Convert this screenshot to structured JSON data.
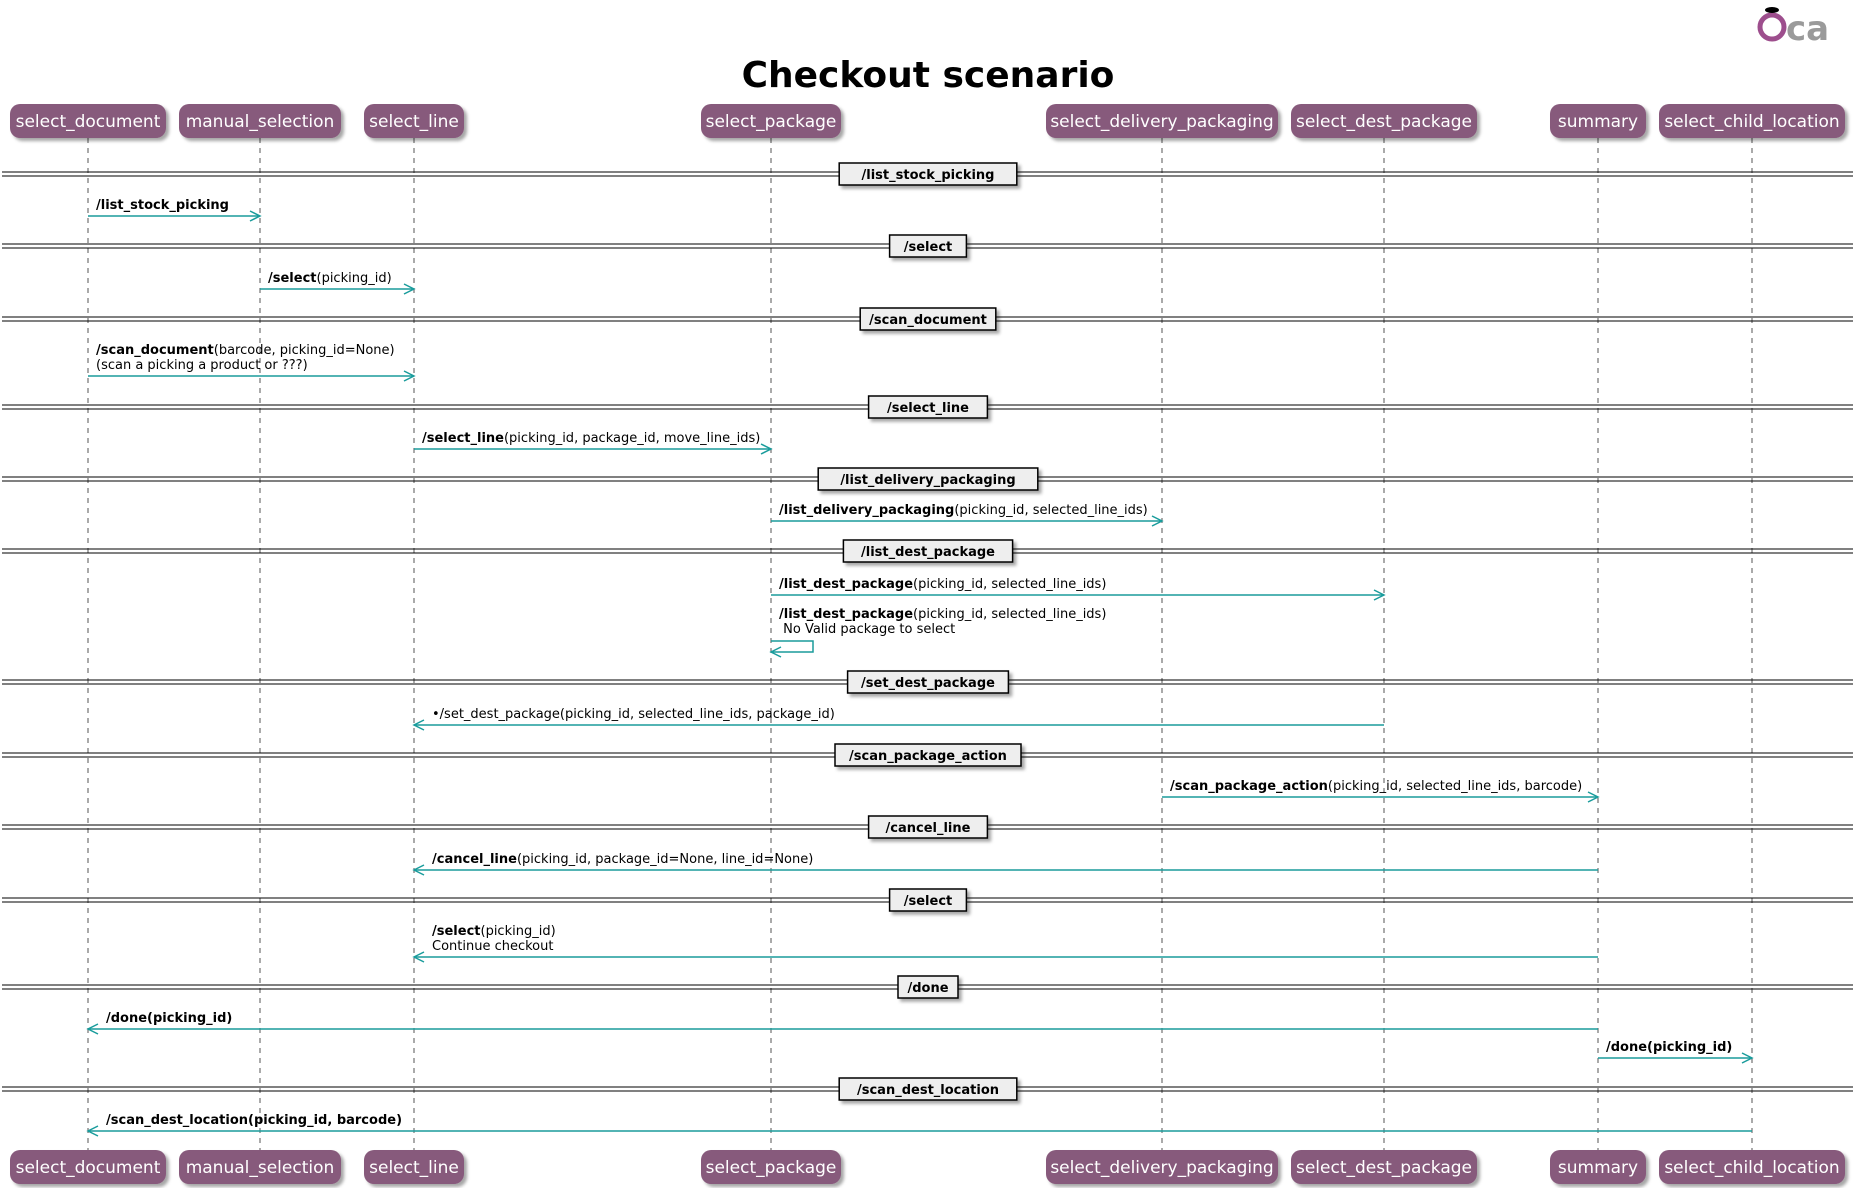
{
  "diagram": {
    "title": "Checkout scenario",
    "logo": {
      "name": "oca-logo",
      "colors": {
        "o": "#9d4e8d",
        "ca": "#9a9a9a"
      }
    },
    "colors": {
      "participant_fill": "#875a7b",
      "participant_text": "#ffffff",
      "arrow": "#1a9c9c",
      "lifeline": "#555555",
      "divider_fill": "#eeeeee"
    },
    "participants": [
      "select_document",
      "manual_selection",
      "select_line",
      "select_package",
      "select_delivery_packaging",
      "select_dest_package",
      "summary",
      "select_child_location"
    ],
    "steps": [
      {
        "kind": "divider",
        "label": "/list_stock_picking"
      },
      {
        "kind": "message",
        "from": 0,
        "to": 1,
        "lines": [
          [
            [
              "/list_stock_picking",
              true
            ]
          ]
        ]
      },
      {
        "kind": "divider",
        "label": "/select"
      },
      {
        "kind": "message",
        "from": 1,
        "to": 2,
        "lines": [
          [
            [
              "/select",
              true
            ],
            [
              "(picking_id)",
              false
            ]
          ]
        ]
      },
      {
        "kind": "divider",
        "label": "/scan_document"
      },
      {
        "kind": "message",
        "from": 0,
        "to": 2,
        "lines": [
          [
            [
              "/scan_document",
              true
            ],
            [
              "(barcode, picking_id=None)",
              false
            ]
          ],
          [
            [
              "(scan a picking a product or ???)",
              false
            ]
          ]
        ]
      },
      {
        "kind": "divider",
        "label": "/select_line"
      },
      {
        "kind": "message",
        "from": 2,
        "to": 3,
        "lines": [
          [
            [
              "/select_line",
              true
            ],
            [
              "(picking_id, package_id, move_line_ids)",
              false
            ]
          ]
        ]
      },
      {
        "kind": "divider",
        "label": "/list_delivery_packaging"
      },
      {
        "kind": "message",
        "from": 3,
        "to": 4,
        "lines": [
          [
            [
              "/list_delivery_packaging",
              true
            ],
            [
              "(picking_id, selected_line_ids)",
              false
            ]
          ]
        ]
      },
      {
        "kind": "divider",
        "label": "/list_dest_package"
      },
      {
        "kind": "message",
        "from": 3,
        "to": 5,
        "lines": [
          [
            [
              "/list_dest_package",
              true
            ],
            [
              "(picking_id, selected_line_ids)",
              false
            ]
          ]
        ]
      },
      {
        "kind": "self",
        "from": 3,
        "to": 3,
        "lines": [
          [
            [
              "/list_dest_package",
              true
            ],
            [
              "(picking_id, selected_line_ids)",
              false
            ]
          ],
          [
            [
              " No Valid package to select",
              false
            ]
          ]
        ]
      },
      {
        "kind": "divider",
        "label": "/set_dest_package"
      },
      {
        "kind": "message",
        "from": 5,
        "to": 2,
        "lines": [
          [
            [
              "•/set_dest_package(picking_id, selected_line_ids, package_id)",
              false
            ]
          ]
        ]
      },
      {
        "kind": "divider",
        "label": "/scan_package_action"
      },
      {
        "kind": "message",
        "from": 4,
        "to": 6,
        "lines": [
          [
            [
              "/scan_package_action",
              true
            ],
            [
              "(picking_id, selected_line_ids, barcode)",
              false
            ]
          ]
        ]
      },
      {
        "kind": "divider",
        "label": "/cancel_line"
      },
      {
        "kind": "message",
        "from": 6,
        "to": 2,
        "lines": [
          [
            [
              "/cancel_line",
              true
            ],
            [
              "(picking_id, package_id=None, line_id=None)",
              false
            ]
          ]
        ]
      },
      {
        "kind": "divider",
        "label": "/select"
      },
      {
        "kind": "message",
        "from": 6,
        "to": 2,
        "lines": [
          [
            [
              "/select",
              true
            ],
            [
              "(picking_id)",
              false
            ]
          ],
          [
            [
              "Continue checkout",
              false
            ]
          ]
        ]
      },
      {
        "kind": "divider",
        "label": "/done"
      },
      {
        "kind": "message",
        "from": 6,
        "to": 0,
        "lines": [
          [
            [
              "/done(picking_id)",
              true
            ]
          ]
        ]
      },
      {
        "kind": "message",
        "from": 6,
        "to": 7,
        "lines": [
          [
            [
              "/done(picking_id)",
              true
            ]
          ]
        ]
      },
      {
        "kind": "divider",
        "label": "/scan_dest_location"
      },
      {
        "kind": "message",
        "from": 7,
        "to": 0,
        "lines": [
          [
            [
              "/scan_dest_location(picking_id, barcode)",
              true
            ]
          ]
        ]
      }
    ]
  }
}
